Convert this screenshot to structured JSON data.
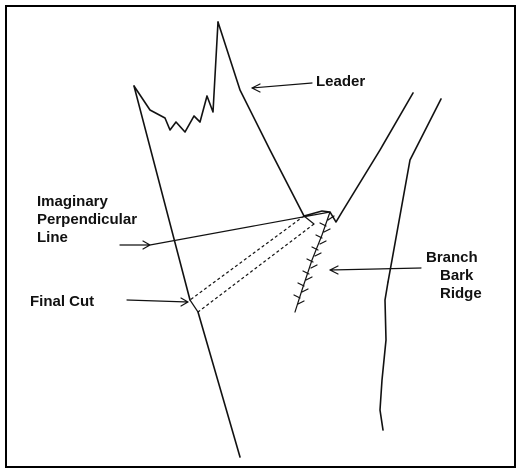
{
  "labels": {
    "leader": "Leader",
    "imaginary_1": "Imaginary",
    "imaginary_2": "Perpendicular",
    "imaginary_3": "Line",
    "final_cut": "Final Cut",
    "branch_1": "Branch",
    "branch_2": "Bark",
    "branch_3": "Ridge"
  },
  "colors": {
    "ink": "#111111",
    "background": "#ffffff"
  }
}
